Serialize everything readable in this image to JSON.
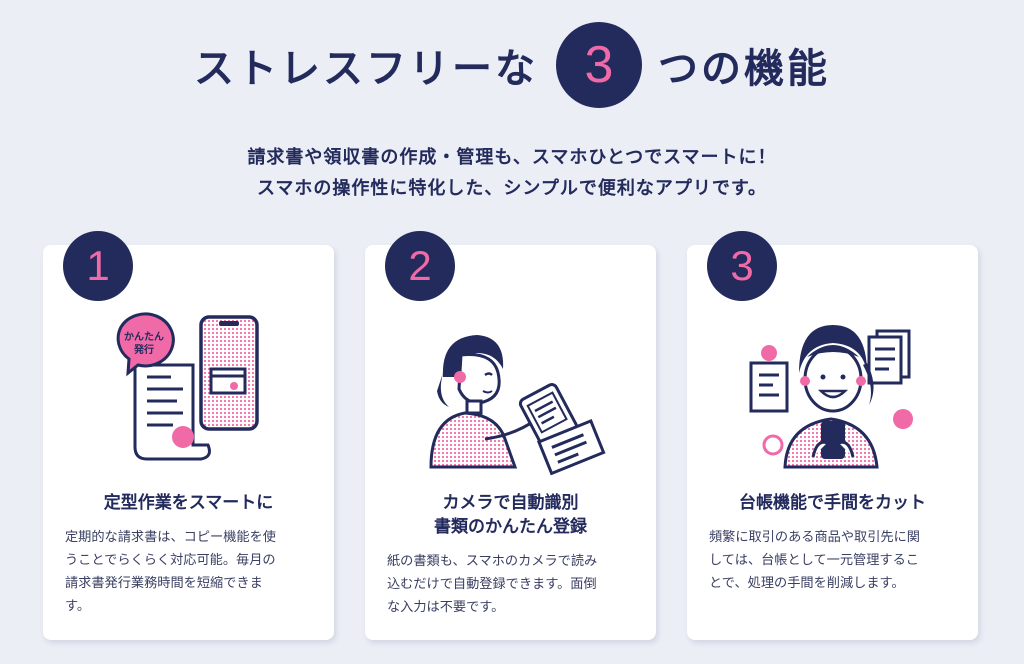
{
  "heading": {
    "before": "ストレスフリーな",
    "number": "3",
    "after": "つの機能"
  },
  "lead": [
    "請求書や領収書の作成・管理も、スマホひとつでスマートに！",
    "スマホの操作性に特化した、シンプルで便利なアプリです。"
  ],
  "colors": {
    "navy": "#232a5c",
    "pink": "#f06aa8",
    "background": "#ebeef5",
    "card": "#ffffff"
  },
  "features": [
    {
      "number": "1",
      "bubble": [
        "かんたん",
        "発行"
      ],
      "title": [
        "定型作業をスマートに"
      ],
      "description": [
        "定期的な請求書は、コピー機能を使",
        "うことでらくらく対応可能。毎月の",
        "請求書発行業務時間を短縮できま",
        "す。"
      ],
      "icon": "invoice-phone-illustration"
    },
    {
      "number": "2",
      "title": [
        "カメラで自動識別",
        "書類のかんたん登録"
      ],
      "description": [
        "紙の書類も、スマホのカメラで読み",
        "込むだけで自動登録できます。面倒",
        "な入力は不要です。"
      ],
      "icon": "woman-scanning-document-illustration"
    },
    {
      "number": "3",
      "title": [
        "台帳機能で手間をカット"
      ],
      "description": [
        "頻繁に取引のある商品や取引先に関",
        "しては、台帳として一元管理するこ",
        "とで、処理の手間を削減します。"
      ],
      "icon": "woman-with-documents-illustration"
    }
  ]
}
